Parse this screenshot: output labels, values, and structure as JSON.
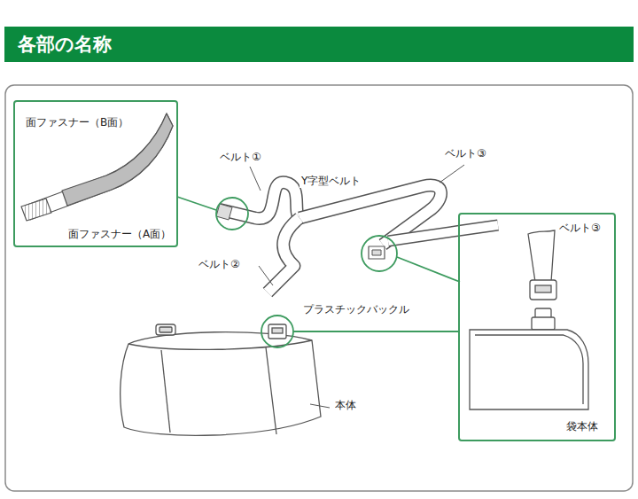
{
  "diagram": {
    "title": "各部の名称",
    "nodes": [
      {
        "text": [
          "面ファスナー（B面）",
          "面ファスナー（A面）"
        ]
      },
      {
        "text": [
          "ベルト③",
          "袋本体"
        ]
      }
    ],
    "labels": [
      "ベルト①",
      "Y字型ベルト",
      "ベルト③",
      "ベルト②",
      "プラスチックバックル",
      "本体"
    ]
  }
}
